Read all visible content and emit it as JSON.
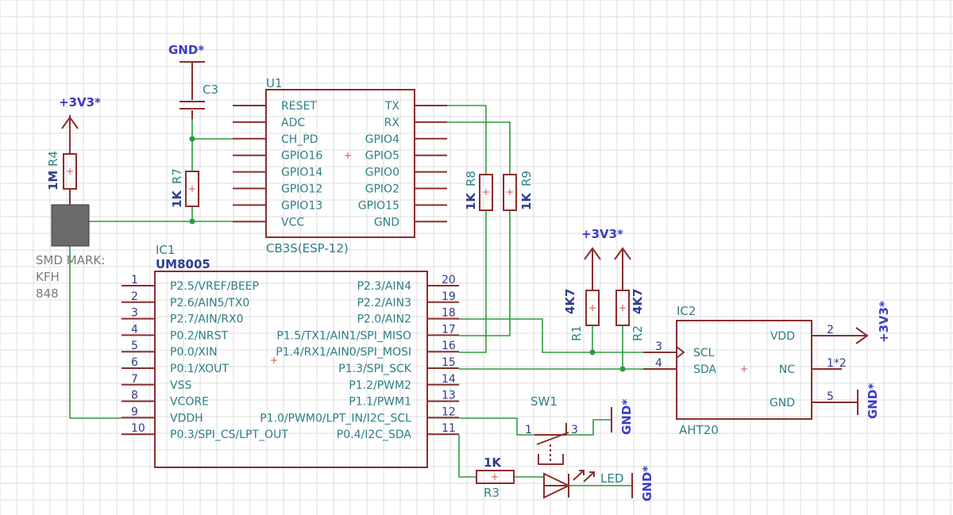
{
  "power": {
    "gnd": "GND*",
    "v33": "+3V3*"
  },
  "u1": {
    "ref": "U1",
    "value": "CB3S(ESP-12)",
    "left_pins": [
      "RESET",
      "ADC",
      "CH_PD",
      "GPIO16",
      "GPIO14",
      "GPIO12",
      "GPIO13",
      "VCC"
    ],
    "right_pins": [
      "TX",
      "RX",
      "GPIO4",
      "GPIO5",
      "GPIO0",
      "GPIO2",
      "GPIO15",
      "GND"
    ]
  },
  "ic1": {
    "ref": "IC1",
    "value": "UM8005",
    "left_pins": [
      "P2.5/VREF/BEEP",
      "P2.6/AIN5/TX0",
      "P2.7/AIN/RX0",
      "P0.2/NRST",
      "P0.0/XIN",
      "P0.1/XOUT",
      "VSS",
      "VCORE",
      "VDDH",
      "P0.3/SPI_CS/LPT_OUT"
    ],
    "left_nums": [
      "1",
      "2",
      "3",
      "4",
      "5",
      "6",
      "7",
      "8",
      "9",
      "10"
    ],
    "right_pins": [
      "P2.3/AIN4",
      "P2.2/AIN3",
      "P2.0/AIN2",
      "P1.5/TX1/AIN1/SPI_MISO",
      "P1.4/RX1/AIN0/SPI_MOSI",
      "P1.3/SPI_SCK",
      "P1.2/PWM2",
      "P1.1/PWM1",
      "P1.0/PWM0/LPT_IN/I2C_SCL",
      "P0.4/I2C_SDA"
    ],
    "right_nums": [
      "20",
      "19",
      "18",
      "17",
      "16",
      "15",
      "14",
      "13",
      "12",
      "11"
    ]
  },
  "ic2": {
    "ref": "IC2",
    "value": "AHT20",
    "left_pins": [
      "SCL",
      "SDA"
    ],
    "left_nums": [
      "3",
      "4"
    ],
    "right_pins": [
      "VDD",
      "NC",
      "GND"
    ],
    "right_nums": [
      "2",
      "1*2",
      "5"
    ]
  },
  "c3": {
    "ref": "C3"
  },
  "r4": {
    "ref": "R4",
    "value": "1M"
  },
  "r7": {
    "ref": "R7",
    "value": "1K"
  },
  "r8": {
    "ref": "R8",
    "value": "1K"
  },
  "r9": {
    "ref": "R9",
    "value": "1K"
  },
  "r1": {
    "ref": "R1",
    "value": "4K7"
  },
  "r2": {
    "ref": "R2",
    "value": "4K7"
  },
  "r3": {
    "ref": "R3",
    "value": "1K"
  },
  "sw1": {
    "ref": "SW1",
    "pin1": "1",
    "pin3": "3"
  },
  "led": {
    "ref": "LED"
  },
  "smd_mark": {
    "line1": "SMD MARK:",
    "line2": "KFH",
    "line3": "848"
  }
}
